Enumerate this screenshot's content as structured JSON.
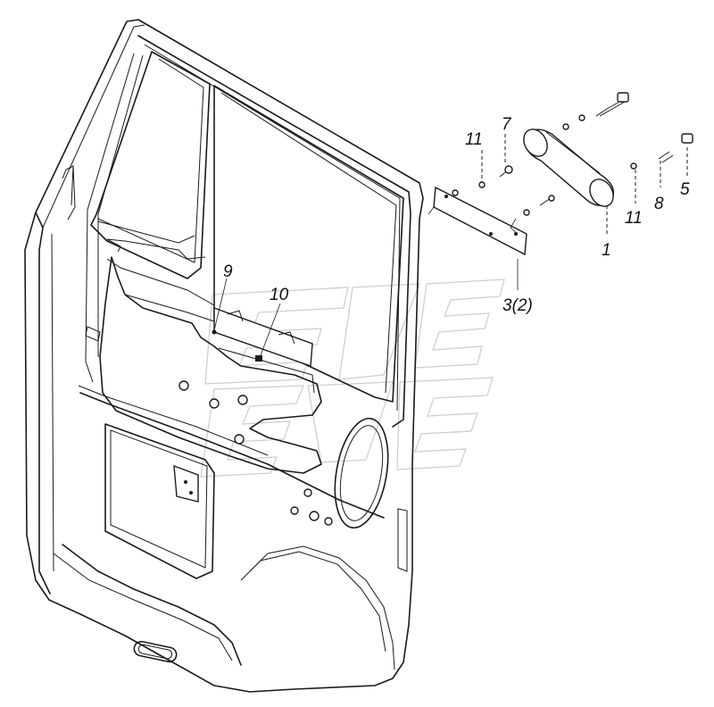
{
  "colors": {
    "ink": "#1a1a1a",
    "watermark": "#cfcfcf",
    "background": "#ffffff"
  },
  "labels": {
    "l1": "1",
    "l3": "3(2)",
    "l5": "5",
    "l7": "7",
    "l8": "8",
    "l9": "9",
    "l10": "10",
    "l11a": "11",
    "l11b": "11"
  }
}
